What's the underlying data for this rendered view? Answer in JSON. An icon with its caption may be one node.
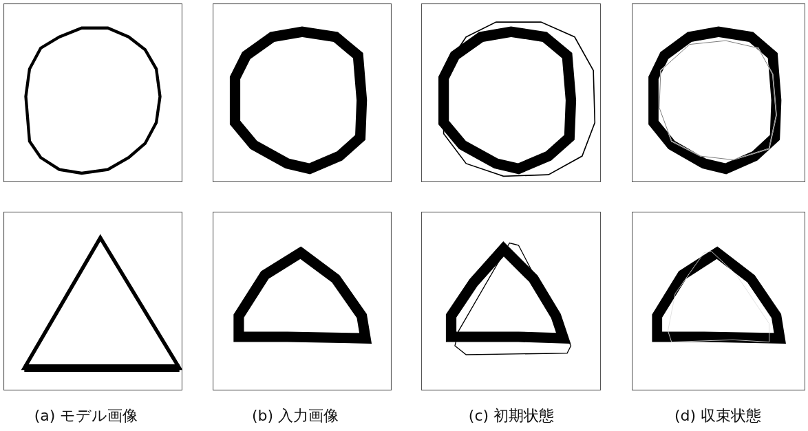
{
  "diagram": {
    "labels": [
      "(a) モデル画像",
      "(b) 入力画像",
      "(c) 初期状態",
      "(d) 収束状態"
    ]
  }
}
